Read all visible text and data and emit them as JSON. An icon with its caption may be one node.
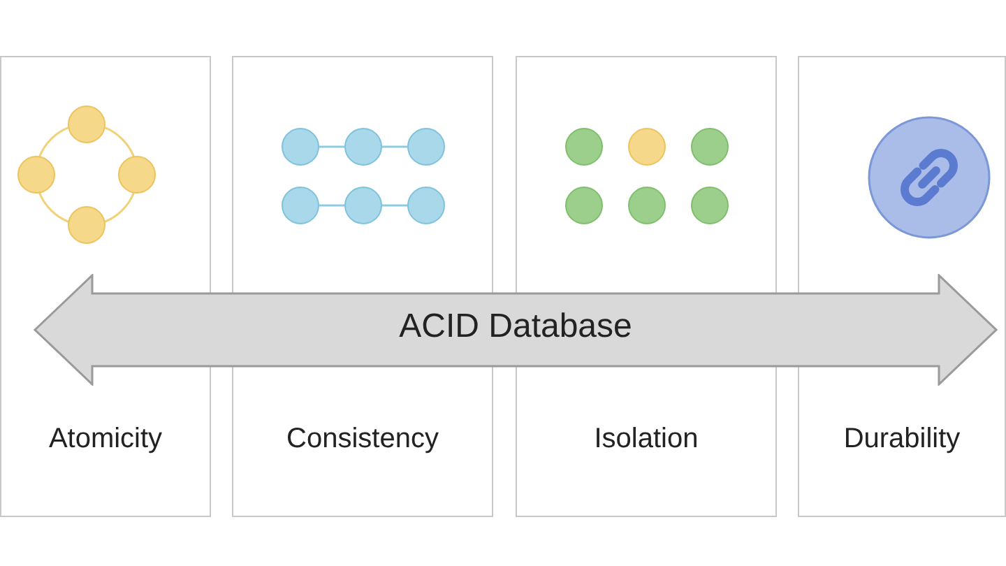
{
  "diagram": {
    "nodes": [
      {
        "text": [
          "Atomicity"
        ]
      },
      {
        "text": [
          "Consistency"
        ]
      },
      {
        "text": [
          "Isolation"
        ]
      },
      {
        "text": [
          "Durability"
        ]
      },
      {
        "text": [
          "ACID Database"
        ]
      }
    ]
  }
}
